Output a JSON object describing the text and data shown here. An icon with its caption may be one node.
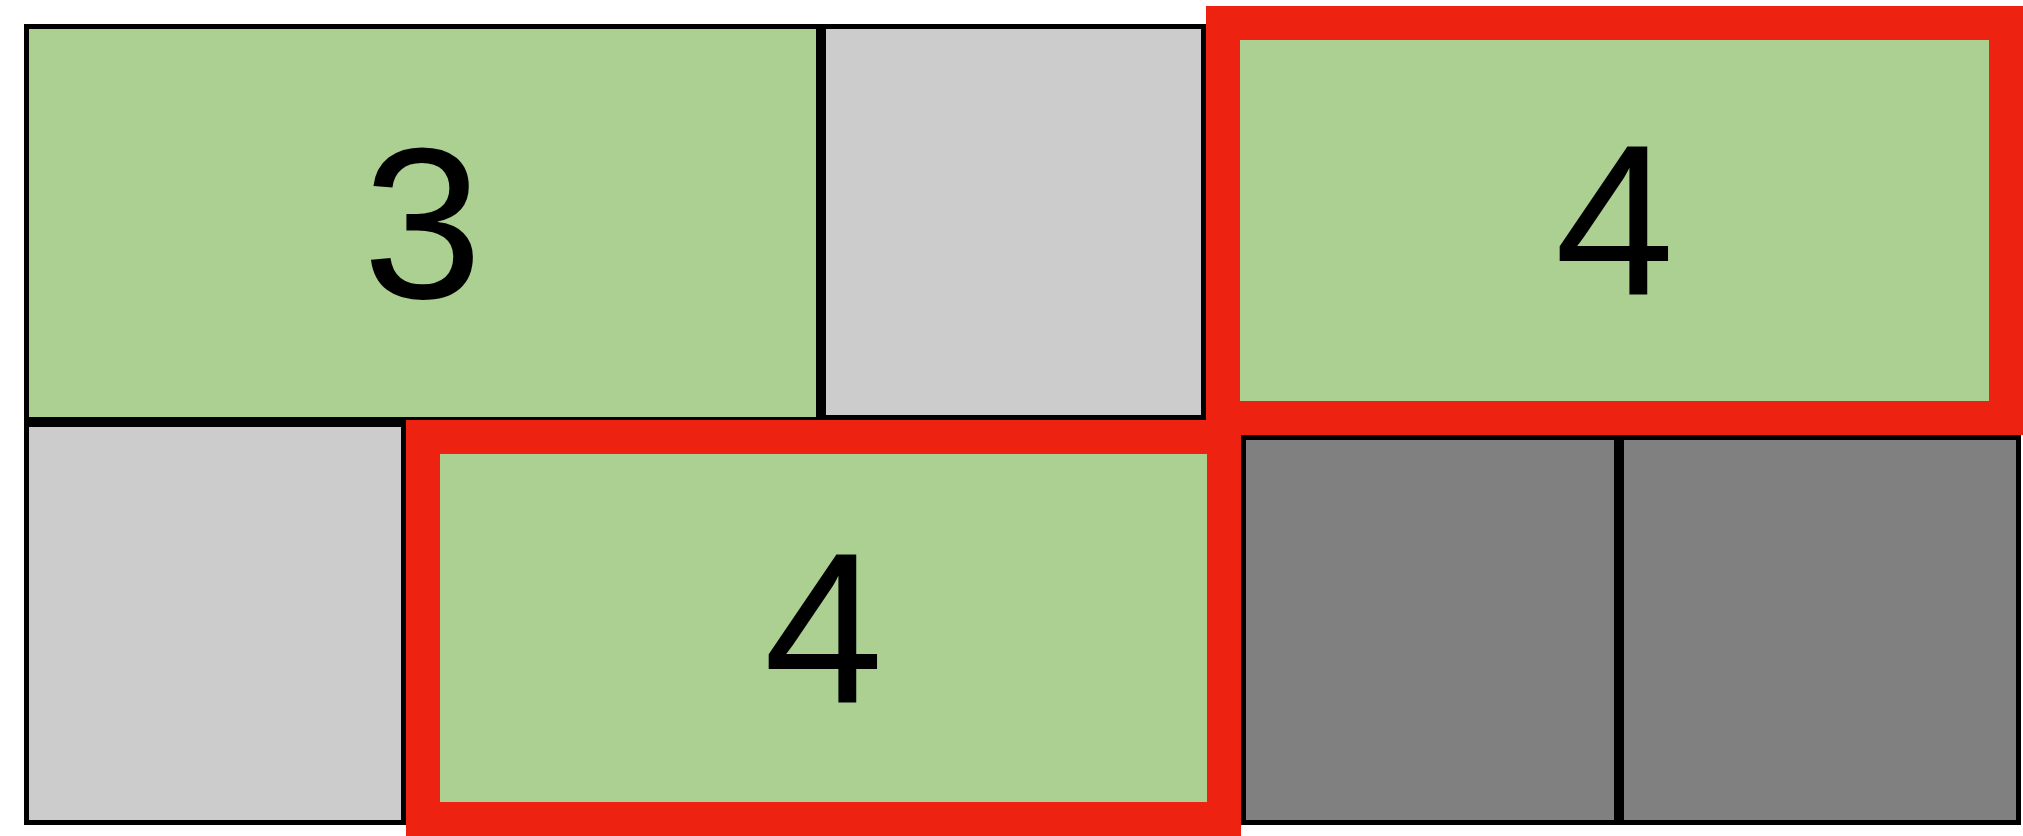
{
  "diagram": {
    "nodes": [
      {
        "text": [
          "3"
        ]
      },
      {
        "text": [],
        "shape": "box"
      },
      {
        "text": [
          "4"
        ]
      },
      {
        "text": [],
        "shape": "box"
      },
      {
        "text": [
          "4"
        ]
      },
      {
        "text": [],
        "shape": "box"
      },
      {
        "text": [],
        "shape": "box"
      }
    ]
  }
}
